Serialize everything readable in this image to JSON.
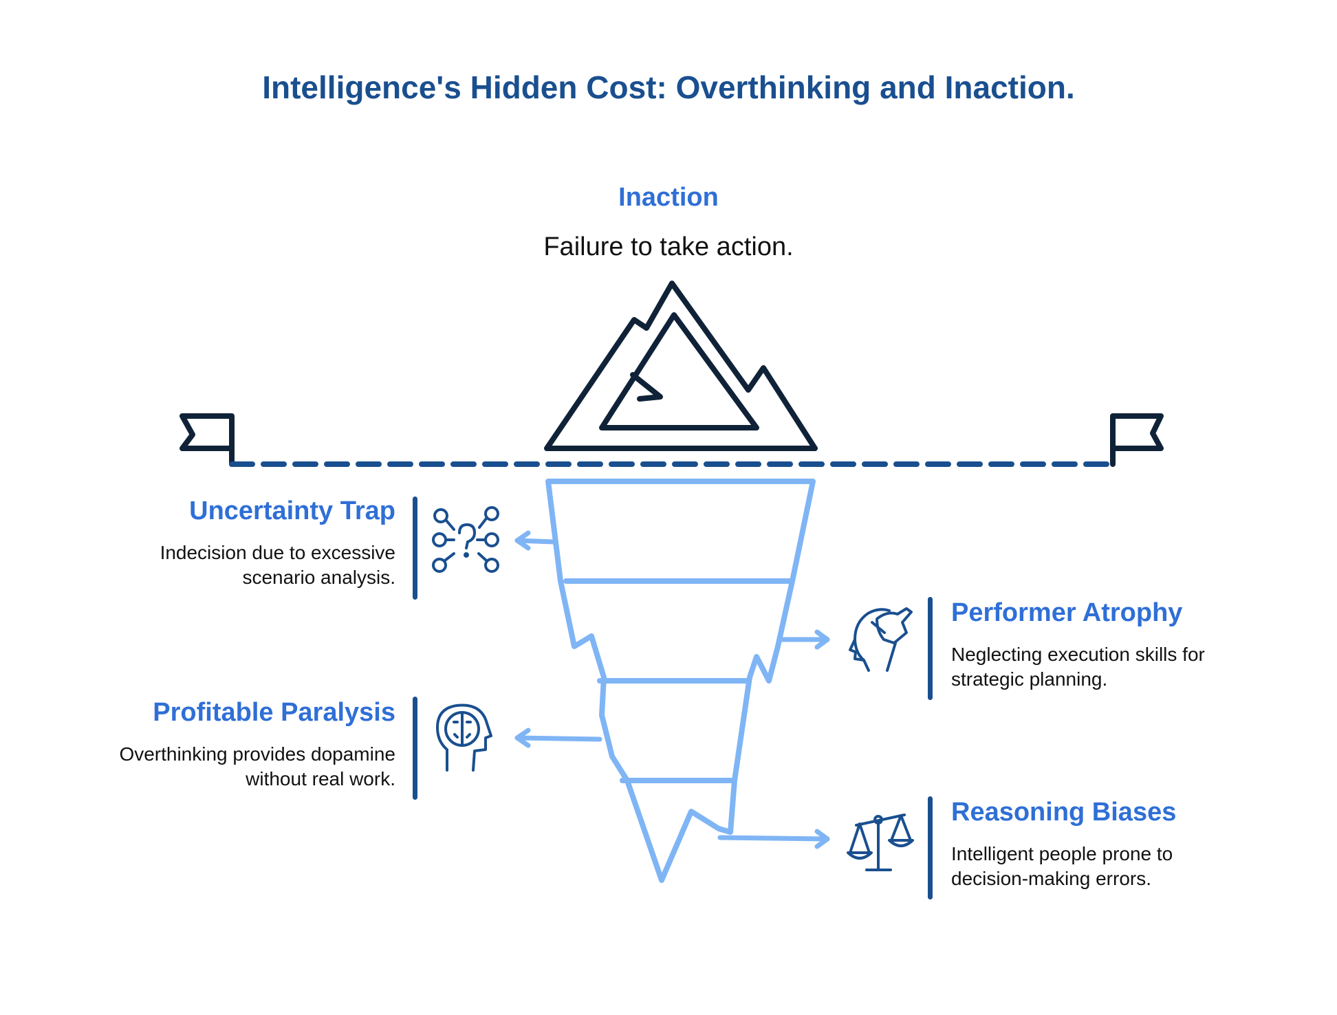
{
  "title": "Intelligence's Hidden Cost: Overthinking and Inaction.",
  "top": {
    "heading": "Inaction",
    "description": "Failure to take action."
  },
  "sections": [
    {
      "heading": "Uncertainty Trap",
      "description_lines": [
        "Indecision due to excessive",
        "scenario analysis."
      ],
      "icon": "branching-question-icon"
    },
    {
      "heading": "Performer Atrophy",
      "description_lines": [
        "Neglecting execution skills for",
        "strategic planning."
      ],
      "icon": "head-with-hand-icon"
    },
    {
      "heading": "Profitable Paralysis",
      "description_lines": [
        "Overthinking provides dopamine",
        "without real work."
      ],
      "icon": "brain-head-icon"
    },
    {
      "heading": "Reasoning Biases",
      "description_lines": [
        "Intelligent people prone to",
        "decision-making errors."
      ],
      "icon": "balance-scale-icon"
    }
  ],
  "colors": {
    "title": "#1a4f8f",
    "heading": "#2f6fd6",
    "iceberg_top": "#0f2238",
    "iceberg_under": "#7fb5f5",
    "waterline": "#1a4f8f"
  }
}
